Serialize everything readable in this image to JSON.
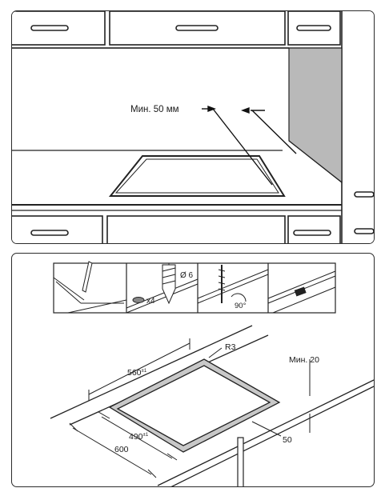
{
  "top_panel": {
    "min_clearance_label": "Мин. 50 мм"
  },
  "bottom_panel": {
    "step_labels": {
      "screw_count": "x4",
      "drill_diameter": "Ø 6",
      "angle": "90°"
    },
    "dimensions": {
      "corner_radius": "R3",
      "cutout_width": "560",
      "cutout_width_tol": "±1",
      "cutout_depth": "490",
      "cutout_depth_tol": "±1",
      "worktop_depth": "600",
      "min_edge": "Мин. 20",
      "edge_offset": "50"
    }
  }
}
